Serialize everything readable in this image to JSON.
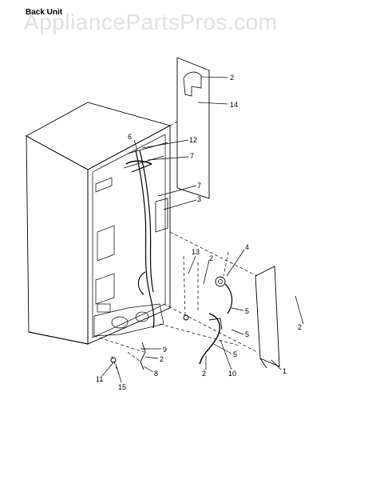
{
  "header": {
    "section_label": "Back Unit",
    "watermark": "AppliancePartsPros.com"
  },
  "callouts": {
    "c2a": "2",
    "c14": "14",
    "c6": "6",
    "c12": "12",
    "c7a": "7",
    "c7b": "7",
    "c3": "3",
    "c4": "4",
    "c13": "13",
    "c2b": "2",
    "c5a": "5",
    "c2c": "2",
    "c5b": "5",
    "c5c": "5",
    "c1": "1",
    "c9": "9",
    "c2d": "2",
    "c8": "8",
    "c10": "10",
    "c2e": "2",
    "c11": "11",
    "c15": "15"
  },
  "colors": {
    "line": "#000000",
    "background": "#ffffff"
  }
}
